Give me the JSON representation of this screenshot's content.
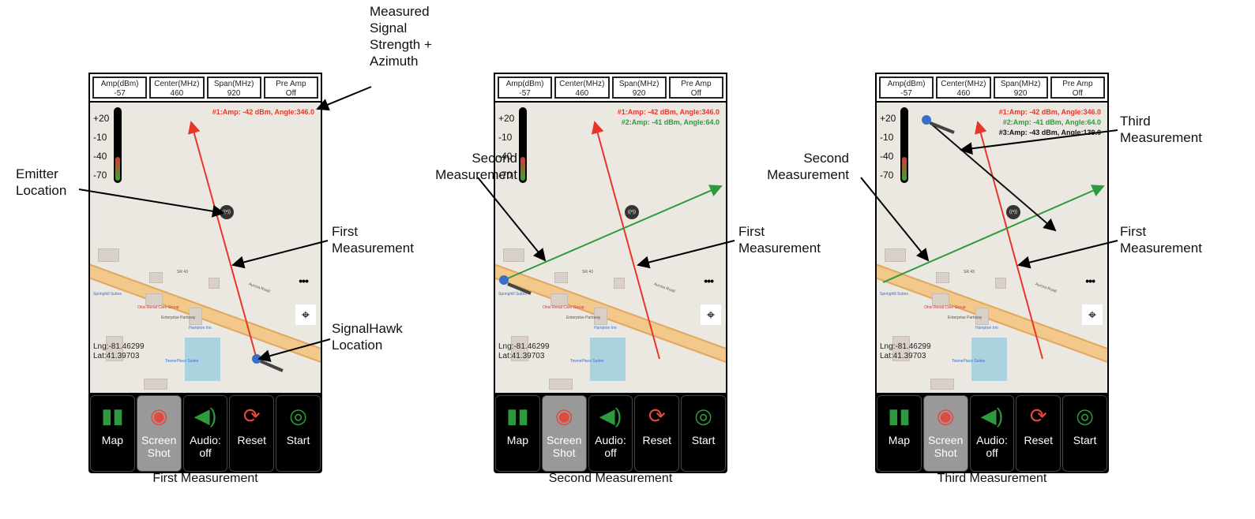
{
  "panels": [
    {
      "caption": "First Measurement",
      "measurements": [
        {
          "text": "#1:Amp: -42 dBm, Angle:346.0",
          "color": "#e8352a"
        }
      ]
    },
    {
      "caption": "Second Measurement",
      "measurements": [
        {
          "text": "#1:Amp: -42 dBm, Angle:346.0",
          "color": "#e8352a"
        },
        {
          "text": "#2:Amp: -41 dBm, Angle:64.0",
          "color": "#2e9a3e"
        }
      ]
    },
    {
      "caption": "Third Measurement",
      "measurements": [
        {
          "text": "#1:Amp: -42 dBm, Angle:346.0",
          "color": "#e8352a"
        },
        {
          "text": "#2:Amp: -41 dBm, Angle:64.0",
          "color": "#2e9a3e"
        },
        {
          "text": "#3:Amp: -43 dBm, Angle:139.0",
          "color": "#111111"
        }
      ]
    }
  ],
  "topbar": [
    {
      "label": "Amp(dBm)",
      "value": "-57"
    },
    {
      "label": "Center(MHz)",
      "value": "460"
    },
    {
      "label": "Span(MHz)",
      "value": "920"
    },
    {
      "label": "Pre Amp",
      "value": "Off"
    }
  ],
  "scale": [
    "+20",
    "-10",
    "-40",
    "-70"
  ],
  "coords": {
    "lng": "Lng:-81.46299",
    "lat": "Lat:41.39703"
  },
  "map_labels": {
    "road": "Aurora Road",
    "route": "SR 43",
    "parkway": "Enterprise Parkway",
    "renal": "Ohio Renal Care Group",
    "springhill": "Springhill Suites",
    "hampton": "Hampton Inn",
    "towne": "TownePlace Suites"
  },
  "buttons": [
    {
      "label": "Map",
      "icon": "map-icon",
      "color": "#2e9a3e"
    },
    {
      "label": "Screen Shot",
      "icon": "camera-icon",
      "color": "#e04a3f"
    },
    {
      "label": "Audio: off",
      "icon": "speaker-icon",
      "color": "#2e9a3e"
    },
    {
      "label": "Reset",
      "icon": "refresh-icon",
      "color": "#e04a3f"
    },
    {
      "label": "Start",
      "icon": "radar-icon",
      "color": "#2e9a3e"
    }
  ],
  "annotations": {
    "signal": "Measured Signal Strength + Azimuth",
    "emitter": "Emitter Location",
    "first": "First Measurement",
    "signalhawk": "SignalHawk Location",
    "second": "Second Measurement",
    "third": "Third Measurement"
  },
  "colors": {
    "bearing1": "#e8352a",
    "bearing2": "#2e9a3e",
    "bearing3": "#111111",
    "device": "#3a6fc9"
  }
}
